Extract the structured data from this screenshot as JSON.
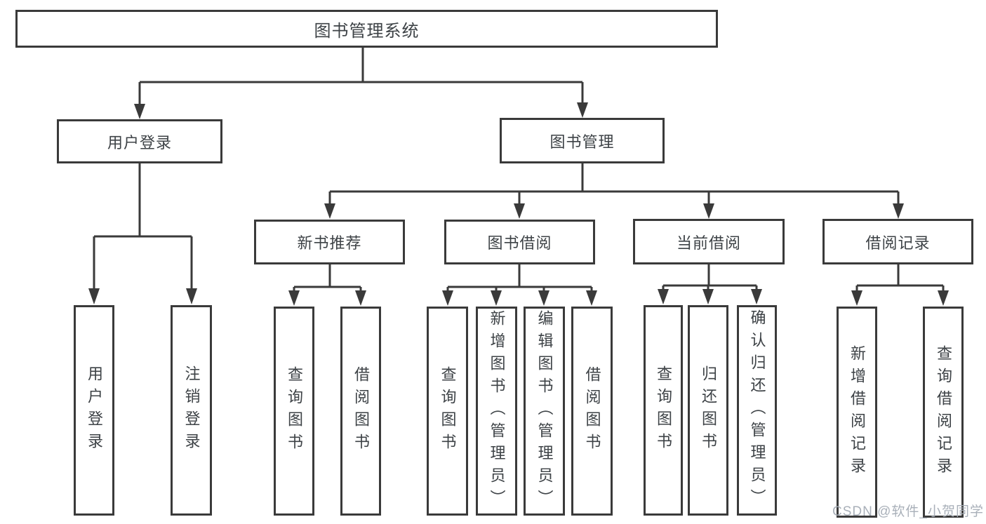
{
  "structure": {
    "root": "图书管理系统",
    "children": [
      {
        "label": "用户登录",
        "children": [
          "用户登录",
          "注销登录"
        ]
      },
      {
        "label": "图书管理",
        "children": [
          {
            "label": "新书推荐",
            "children": [
              "查询图书",
              "借阅图书"
            ]
          },
          {
            "label": "图书借阅",
            "children": [
              "查询图书",
              "新增图书（管理员）",
              "编辑图书（管理员）",
              "借阅图书"
            ]
          },
          {
            "label": "当前借阅",
            "children": [
              "查询图书",
              "归还图书",
              "确认归还（管理员）"
            ]
          },
          {
            "label": "借阅记录",
            "children": [
              "新增借阅记录",
              "查询借阅记录"
            ]
          }
        ]
      }
    ]
  },
  "watermark": "CSDN @软件_小贺同学",
  "colors": {
    "line": "#3a3a3a",
    "text": "#3d4246",
    "background": "#ffffff",
    "watermark": "#a4acb5"
  }
}
